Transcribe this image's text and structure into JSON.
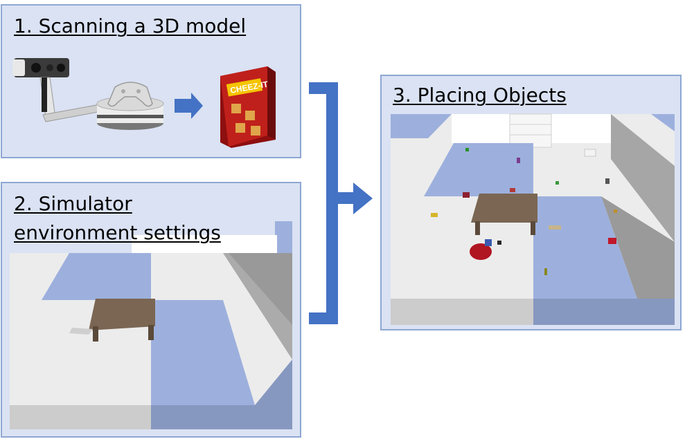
{
  "panels": [
    {
      "id": "scan",
      "title": "1. Scanning a 3D model"
    },
    {
      "id": "env",
      "title_lines": [
        "2. Simulator",
        "environment settings"
      ]
    },
    {
      "id": "place",
      "title": "3. Placing Objects"
    }
  ],
  "scan_illustration": {
    "items": [
      "3d-scanner",
      "game-controller",
      "cereal-box"
    ],
    "box_label": "CHEEZ-IT"
  },
  "colors": {
    "panel_fill": "#dae2f3",
    "panel_border": "#8ea7d2",
    "arrow": "#4472c4",
    "floor_blue": "#9db0dd",
    "floor_white": "#ececec",
    "table": "#7a6653"
  }
}
